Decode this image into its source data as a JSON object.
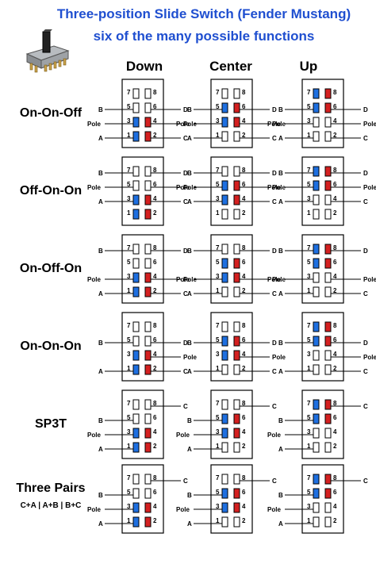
{
  "title": "Three-position Slide Switch (Fender Mustang)",
  "subtitle": "six of the many possible functions",
  "columns": [
    "Down",
    "Center",
    "Up"
  ],
  "rows": [
    {
      "label": "On-On-Off",
      "sub": ""
    },
    {
      "label": "Off-On-On",
      "sub": ""
    },
    {
      "label": "On-Off-On",
      "sub": ""
    },
    {
      "label": "On-On-On",
      "sub": ""
    },
    {
      "label": "SP3T",
      "sub": ""
    },
    {
      "label": "Three Pairs",
      "sub": "C+A   |   A+B   |   B+C"
    }
  ],
  "pin_numbers": {
    "left": [
      "7",
      "5",
      "3",
      "1"
    ],
    "right": [
      "8",
      "6",
      "4",
      "2"
    ]
  },
  "terminal_labels": {
    "A": "A",
    "B": "B",
    "C": "C",
    "D": "D",
    "Pole": "Pole"
  },
  "colors": {
    "title": "#1f4fd0",
    "left_contact": "#1e6fe0",
    "right_contact": "#d42020",
    "line": "#000000"
  },
  "highlight": {
    "left": [
      [
        [
          0,
          0,
          1,
          1
        ],
        [
          0,
          1,
          1,
          0
        ],
        [
          1,
          1,
          0,
          0
        ]
      ],
      [
        [
          0,
          0,
          1,
          1
        ],
        [
          0,
          1,
          1,
          0
        ],
        [
          1,
          1,
          0,
          0
        ]
      ],
      [
        [
          0,
          0,
          1,
          1
        ],
        [
          0,
          1,
          1,
          0
        ],
        [
          1,
          1,
          0,
          0
        ]
      ],
      [
        [
          0,
          0,
          1,
          1
        ],
        [
          0,
          1,
          1,
          0
        ],
        [
          1,
          1,
          0,
          0
        ]
      ],
      [
        [
          0,
          0,
          1,
          1
        ],
        [
          0,
          1,
          1,
          0
        ],
        [
          1,
          1,
          0,
          0
        ]
      ],
      [
        [
          0,
          0,
          1,
          1
        ],
        [
          0,
          1,
          1,
          0
        ],
        [
          1,
          1,
          0,
          0
        ]
      ]
    ],
    "right": [
      [
        [
          0,
          0,
          1,
          1
        ],
        [
          0,
          1,
          1,
          0
        ],
        [
          1,
          1,
          0,
          0
        ]
      ],
      [
        [
          0,
          0,
          1,
          1
        ],
        [
          0,
          1,
          1,
          0
        ],
        [
          1,
          1,
          0,
          0
        ]
      ],
      [
        [
          0,
          0,
          1,
          1
        ],
        [
          0,
          1,
          1,
          0
        ],
        [
          1,
          1,
          0,
          0
        ]
      ],
      [
        [
          0,
          0,
          1,
          1
        ],
        [
          0,
          1,
          1,
          0
        ],
        [
          1,
          1,
          0,
          0
        ]
      ],
      [
        [
          0,
          0,
          1,
          1
        ],
        [
          0,
          1,
          1,
          0
        ],
        [
          1,
          1,
          0,
          0
        ]
      ],
      [
        [
          0,
          0,
          1,
          1
        ],
        [
          0,
          1,
          1,
          0
        ],
        [
          1,
          1,
          0,
          0
        ]
      ]
    ]
  },
  "wiring": [
    {
      "left": [
        "",
        "B",
        "Pole",
        "A"
      ],
      "right": [
        "",
        "D",
        "Pole",
        "C"
      ]
    },
    {
      "left": [
        "B",
        "Pole",
        "A",
        ""
      ],
      "right": [
        "D",
        "Pole",
        "C",
        ""
      ]
    },
    {
      "left": [
        "B",
        "",
        "Pole",
        "A"
      ],
      "right": [
        "D",
        "",
        "Pole",
        "C"
      ]
    },
    {
      "left": [
        "",
        "B",
        "",
        "A"
      ],
      "right": [
        "",
        "D",
        "Pole",
        "C"
      ]
    },
    {
      "left": [
        "",
        "B",
        "Pole",
        "A"
      ],
      "right": [
        "C",
        "",
        "",
        ""
      ]
    },
    {
      "left": [
        "",
        "B",
        "Pole",
        "A"
      ],
      "right": [
        "C",
        "",
        "",
        ""
      ]
    }
  ]
}
